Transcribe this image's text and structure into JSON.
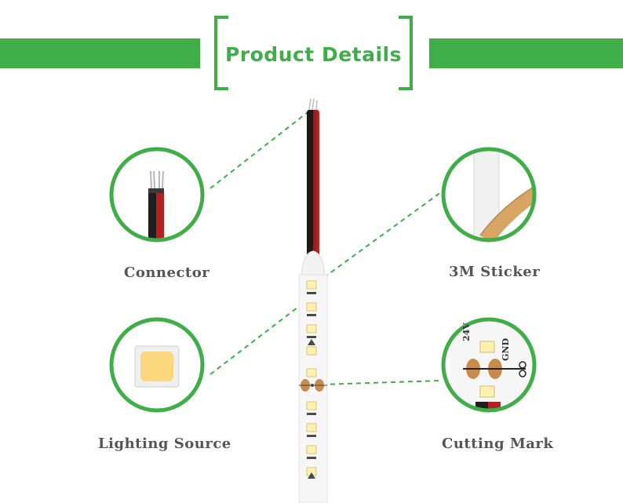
{
  "header": {
    "title": "Product Details",
    "accent_color": "#3fae49"
  },
  "callouts": [
    {
      "label": "Connector",
      "icon": "wire-connector-closeup"
    },
    {
      "label": "3M Sticker",
      "icon": "adhesive-tape-closeup"
    },
    {
      "label": "Lighting Source",
      "icon": "smd-led-chip"
    },
    {
      "label": "Cutting Mark",
      "icon": "cut-line-scissors"
    }
  ],
  "strip_markings": {
    "voltage": "24V",
    "ground": "GND"
  }
}
